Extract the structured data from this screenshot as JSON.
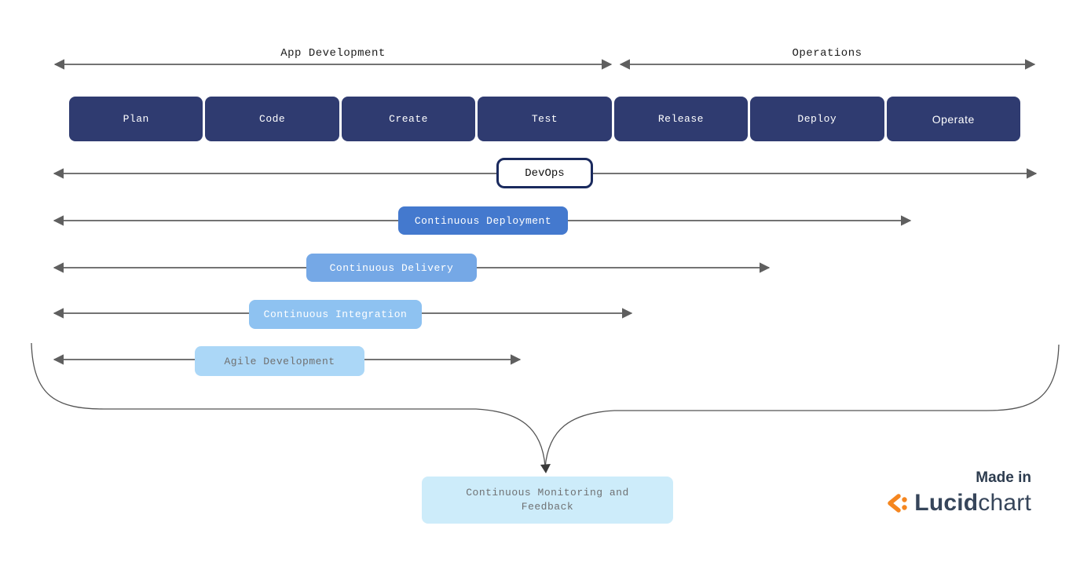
{
  "header_arrows": {
    "app_development": "App Development",
    "operations": "Operations"
  },
  "stages": [
    "Plan",
    "Code",
    "Create",
    "Test",
    "Release",
    "Deploy",
    "Operate"
  ],
  "devops": {
    "label": "DevOps"
  },
  "timelines": [
    {
      "label": "Continuous Deployment",
      "color": "#4479ce",
      "text_color": "#ffffff"
    },
    {
      "label": "Continuous Delivery",
      "color": "#75a8e6",
      "text_color": "#ffffff"
    },
    {
      "label": "Continuous Integration",
      "color": "#8ec2f1",
      "text_color": "#ffffff"
    },
    {
      "label": "Agile Development",
      "color": "#abd7f7",
      "text_color": "#707070"
    }
  ],
  "feedback_box": {
    "label": "Continuous Monitoring and Feedback",
    "color": "#cdecfa",
    "text_color": "#6f7173"
  },
  "branding": {
    "made_in": "Made in",
    "brand_bold": "Lucid",
    "brand_light": "chart",
    "logo_color": "#f5861f",
    "text_color": "#36455a"
  },
  "colors": {
    "stage_box": "#2f3b70",
    "devops_border": "#1a2a5e",
    "arrow_line": "#5f5f5f",
    "background": "#ffffff"
  }
}
